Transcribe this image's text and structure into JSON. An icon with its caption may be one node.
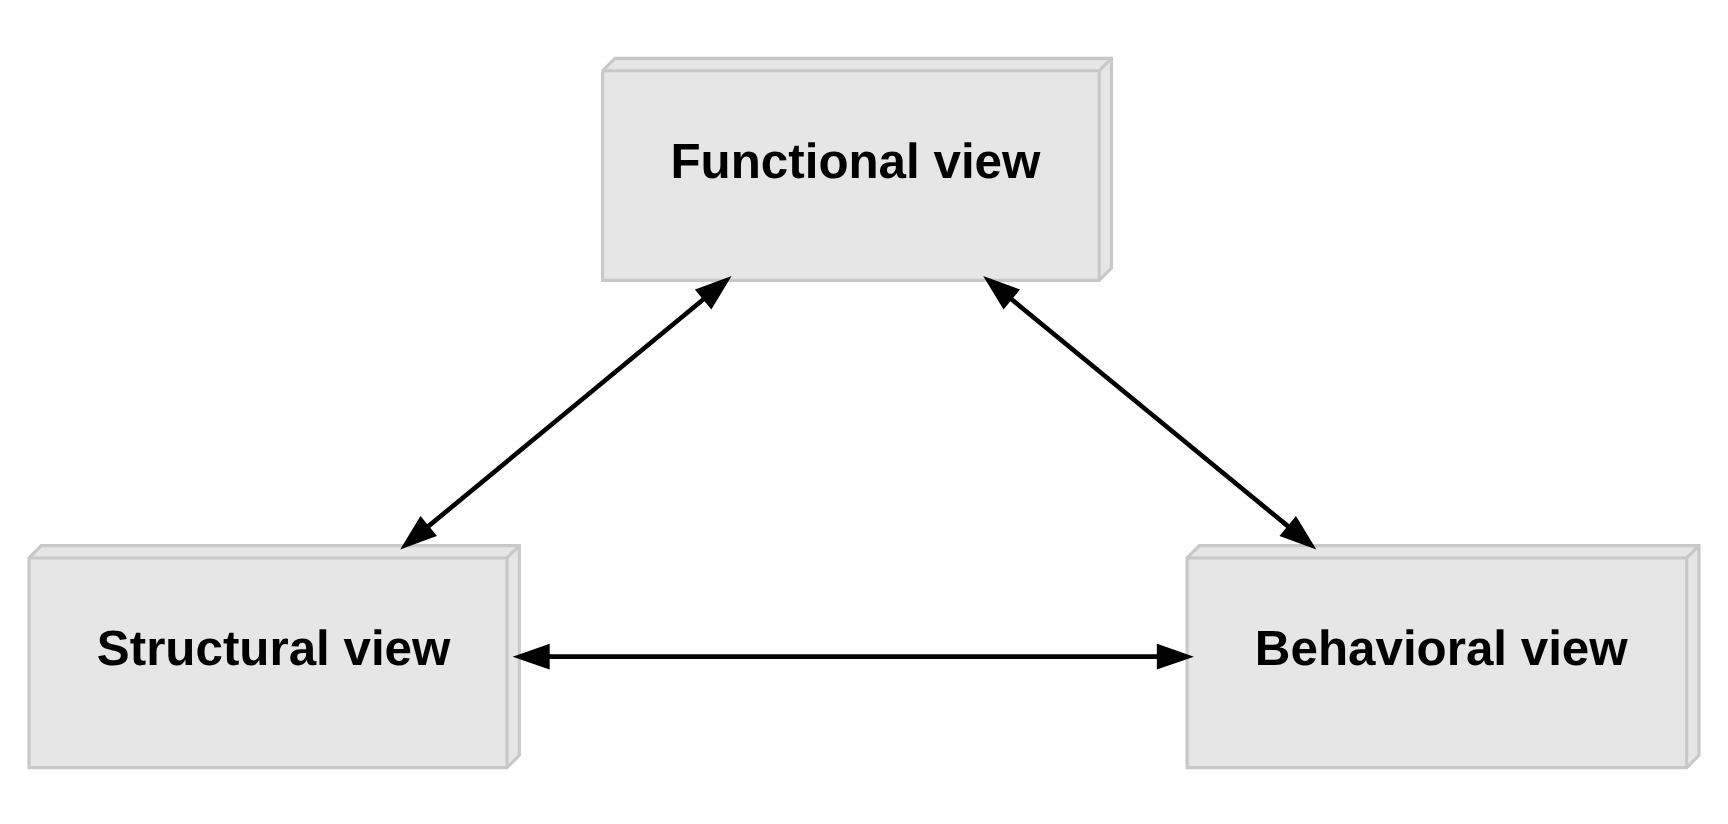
{
  "diagram": {
    "nodes": [
      {
        "text": [
          "Functional view"
        ]
      },
      {
        "text": [
          "Structural view"
        ]
      },
      {
        "text": [
          "Behavioral view"
        ]
      }
    ],
    "edges": [
      {
        "from": 0,
        "to": 1,
        "arrow": "both"
      },
      {
        "from": 1,
        "to": 2,
        "arrow": "both"
      },
      {
        "from": 0,
        "to": 2,
        "arrow": "both"
      }
    ]
  }
}
